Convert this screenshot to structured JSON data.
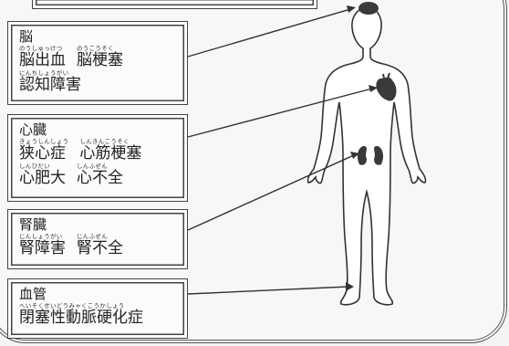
{
  "groups": [
    {
      "id": "brain",
      "category": "脳",
      "rows": [
        [
          {
            "ruby": "のうしゅっけつ",
            "word": "脳出血"
          },
          {
            "ruby": "のうこうそく",
            "word": "脳梗塞"
          }
        ],
        [
          {
            "ruby": "にんちしょうがい",
            "word": "認知障害"
          }
        ]
      ]
    },
    {
      "id": "heart",
      "category": "心臓",
      "rows": [
        [
          {
            "ruby": "きょうしんしょう",
            "word": "狭心症"
          },
          {
            "ruby": "しんきんこうそく",
            "word": "心筋梗塞"
          }
        ],
        [
          {
            "ruby": "しんひだい",
            "word": "心肥大"
          },
          {
            "ruby": "しんふぜん",
            "word": "心不全"
          }
        ]
      ]
    },
    {
      "id": "kidney",
      "category": "腎臓",
      "rows": [
        [
          {
            "ruby": "じんしょうがい",
            "word": "腎障害"
          },
          {
            "ruby": "じんふぜん",
            "word": "腎不全"
          }
        ]
      ]
    },
    {
      "id": "vessel",
      "category": "血管",
      "rows": [
        [
          {
            "ruby": "へいそくせいどうみゃくこうかしょう",
            "word": "閉塞性動脈硬化症"
          }
        ]
      ]
    }
  ]
}
